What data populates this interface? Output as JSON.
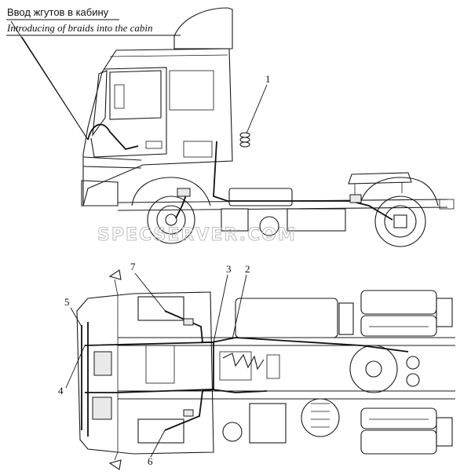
{
  "caption": {
    "ru": "Ввод жгутов в кабину",
    "en": "Introducing of braids into the cabin"
  },
  "callouts": [
    "1",
    "2",
    "3",
    "4",
    "5",
    "6",
    "7"
  ],
  "watermark": "SPECSERVER.COM"
}
